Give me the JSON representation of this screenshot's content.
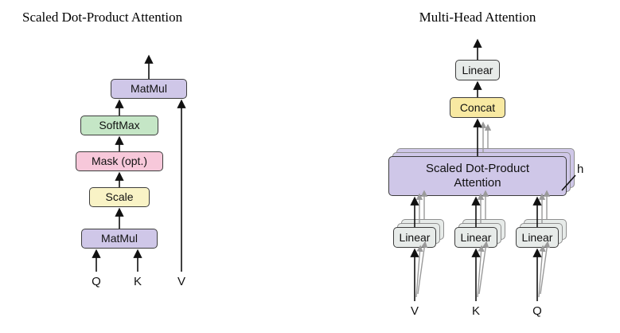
{
  "figure": {
    "left": {
      "title": "Scaled Dot-Product Attention",
      "blocks": [
        {
          "name": "matmul-top",
          "label": "MatMul",
          "color": "#cfc7e8"
        },
        {
          "name": "softmax",
          "label": "SoftMax",
          "color": "#c5e6c6"
        },
        {
          "name": "mask",
          "label": "Mask (opt.)",
          "color": "#f7c8da"
        },
        {
          "name": "scale",
          "label": "Scale",
          "color": "#f9f3c6"
        },
        {
          "name": "matmul-bottom",
          "label": "MatMul",
          "color": "#cfc7e8"
        }
      ],
      "inputs": [
        {
          "name": "q",
          "label": "Q"
        },
        {
          "name": "k",
          "label": "K"
        },
        {
          "name": "v",
          "label": "V"
        }
      ]
    },
    "right": {
      "title": "Multi-Head Attention",
      "blocks": {
        "linear_out": {
          "label": "Linear",
          "color": "#e7ebe9"
        },
        "concat": {
          "label": "Concat",
          "color": "#f8e9a2"
        },
        "attention": {
          "label": "Scaled Dot-Product Attention",
          "color": "#cfc7e8"
        },
        "linear_v": {
          "label": "Linear",
          "color": "#e7ebe9"
        },
        "linear_k": {
          "label": "Linear",
          "color": "#e7ebe9"
        },
        "linear_q": {
          "label": "Linear",
          "color": "#e7ebe9"
        }
      },
      "head_count_label": "h",
      "inputs": [
        {
          "name": "v",
          "label": "V"
        },
        {
          "name": "k",
          "label": "K"
        },
        {
          "name": "q",
          "label": "Q"
        }
      ]
    },
    "colors": {
      "purple": "#cfc7e8",
      "green": "#c5e6c6",
      "pink": "#f7c8da",
      "pale_yellow": "#f9f3c6",
      "concat_yellow": "#f8e9a2",
      "linear_gray": "#e7ebe9",
      "border": "#3d3d3d",
      "ghost_border": "#8f8f8f",
      "arrow_black": "#111111",
      "arrow_gray": "#9a9a9a"
    }
  }
}
